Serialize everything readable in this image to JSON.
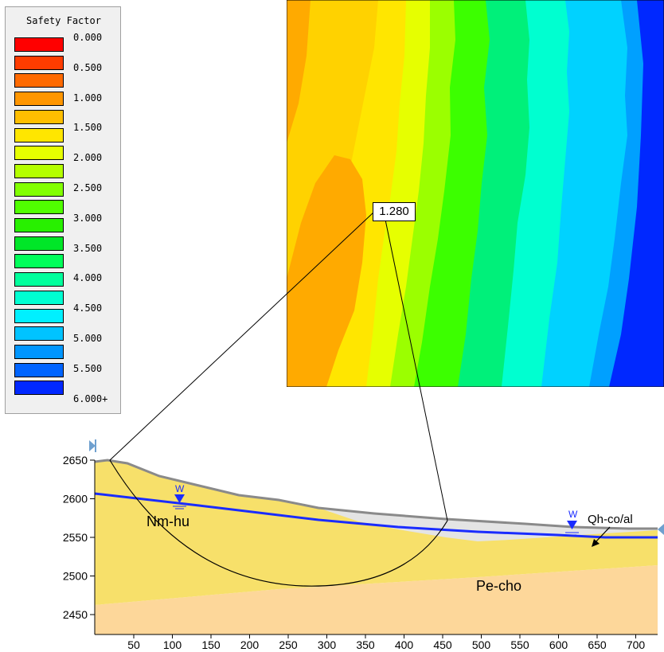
{
  "legend": {
    "title": "Safety Factor",
    "colors": [
      "#ff0000",
      "#ff3c00",
      "#ff6a00",
      "#ff9600",
      "#ffbe00",
      "#ffe600",
      "#e6ff00",
      "#b4ff00",
      "#82ff00",
      "#50ff00",
      "#28f000",
      "#00e628",
      "#00ff5a",
      "#00ff9c",
      "#00ffd2",
      "#00f0ff",
      "#00c3ff",
      "#0096ff",
      "#0064ff",
      "#0028ff"
    ],
    "labels": [
      "0.000",
      "0.500",
      "1.000",
      "1.500",
      "2.000",
      "2.500",
      "3.000",
      "3.500",
      "4.000",
      "4.500",
      "5.000",
      "5.500",
      "6.000+"
    ]
  },
  "callout": {
    "value": "1.280"
  },
  "section": {
    "y_ticks": [
      "2650",
      "2600",
      "2550",
      "2500",
      "2450"
    ],
    "x_ticks": [
      "50",
      "100",
      "150",
      "200",
      "250",
      "300",
      "350",
      "400",
      "450",
      "500",
      "550",
      "600",
      "650",
      "700"
    ],
    "materials": {
      "upper": "Nm-hu",
      "lower": "Pe-cho",
      "alluvium": "Qh-co/al"
    },
    "water_marker_label": "W",
    "colors": {
      "upper_layer": "#f7e06a",
      "lower_layer": "#fdd79a",
      "alluvium_layer": "#e4e4e4",
      "water_table": "#1a2cff"
    }
  }
}
